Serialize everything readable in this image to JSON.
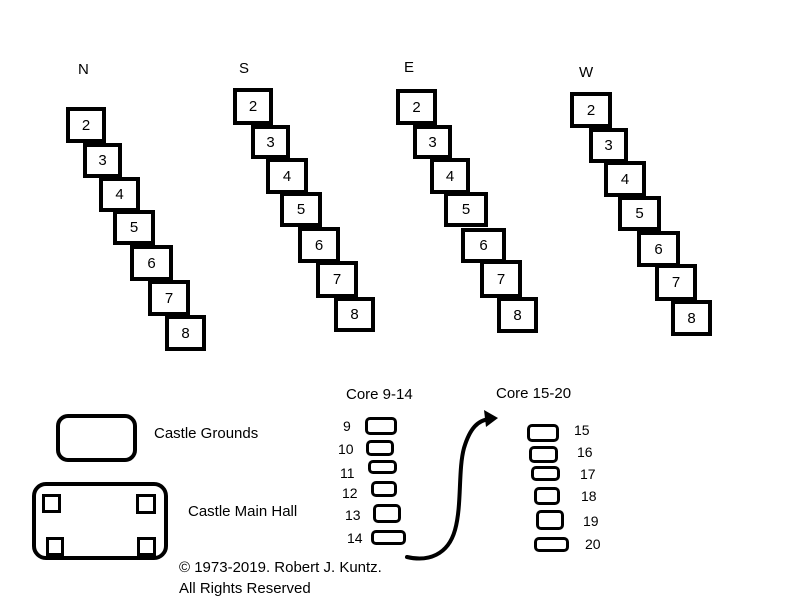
{
  "diagram": {
    "staircases": [
      {
        "direction": "N",
        "levels": [
          "2",
          "3",
          "4",
          "5",
          "6",
          "7",
          "8"
        ]
      },
      {
        "direction": "S",
        "levels": [
          "2",
          "3",
          "4",
          "5",
          "6",
          "7",
          "8"
        ]
      },
      {
        "direction": "E",
        "levels": [
          "2",
          "3",
          "4",
          "5",
          "6",
          "7",
          "8"
        ]
      },
      {
        "direction": "W",
        "levels": [
          "2",
          "3",
          "4",
          "5",
          "6",
          "7",
          "8"
        ]
      }
    ],
    "legend": {
      "castle_grounds": "Castle Grounds",
      "castle_main_hall": "Castle Main Hall"
    },
    "cores": [
      {
        "title": "Core 9-14",
        "levels": [
          "9",
          "10",
          "11",
          "12",
          "13",
          "14"
        ]
      },
      {
        "title": "Core 15-20",
        "levels": [
          "15",
          "16",
          "17",
          "18",
          "19",
          "20"
        ]
      }
    ],
    "connector": {
      "from": "14",
      "to": "Core 15-20",
      "icon": "curved-arrow"
    },
    "copyright": {
      "line1": "© 1973-2019.  Robert J. Kuntz.",
      "line2": "All Rights Reserved"
    }
  }
}
